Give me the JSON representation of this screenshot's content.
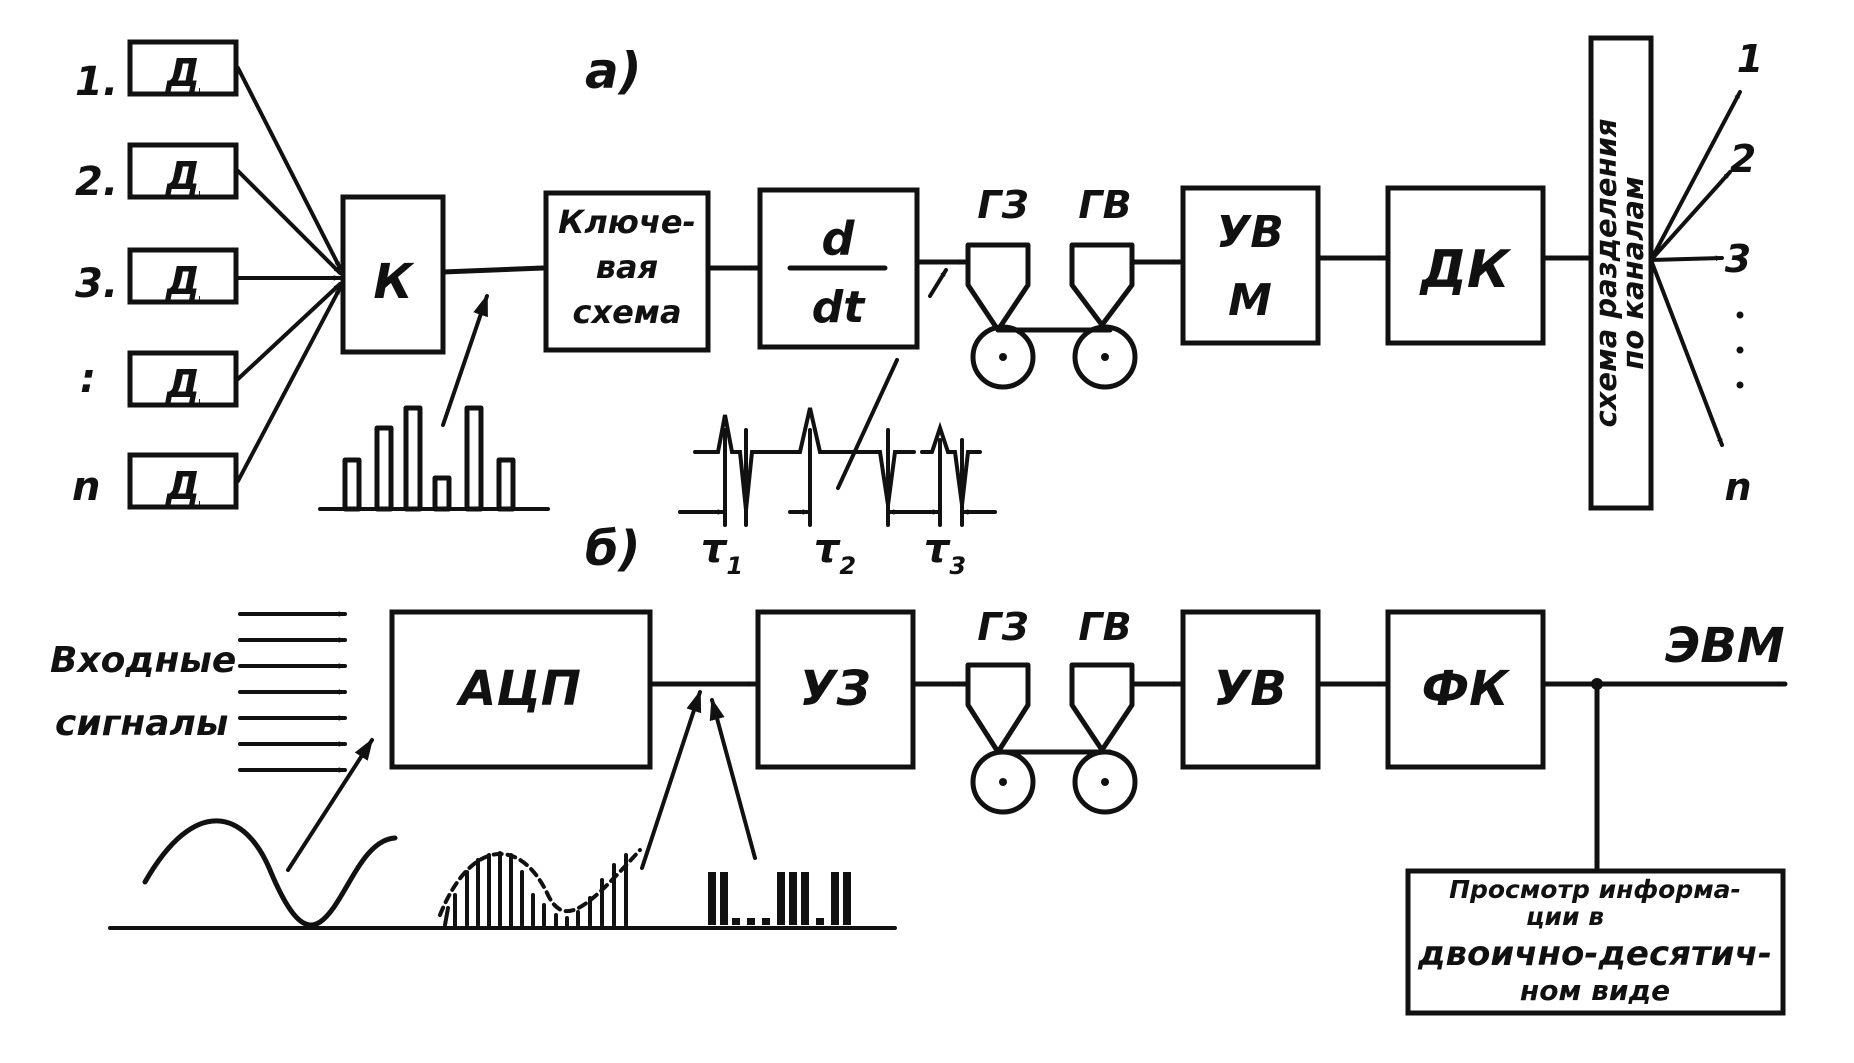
{
  "part_a": {
    "label": "а)",
    "sensor_numbers": [
      "1.",
      "2.",
      "3.",
      ":",
      "n"
    ],
    "sensor_label": "Д",
    "commutator": "К",
    "key_circuit": [
      "Ключе-",
      "вая",
      "схема"
    ],
    "diff": {
      "num": "d",
      "den": "dt"
    },
    "write_head": "ГЗ",
    "read_head": "ГВ",
    "read_amp": [
      "УВ",
      "М"
    ],
    "decoder": "ДК",
    "channel_split": [
      "схема разделения",
      "по каналам"
    ],
    "outputs": [
      "1",
      "2",
      "3",
      "n"
    ],
    "taus": [
      {
        "sym": "τ",
        "sub": "1"
      },
      {
        "sym": "τ",
        "sub": "2"
      },
      {
        "sym": "τ",
        "sub": "3"
      }
    ]
  },
  "part_b": {
    "label": "б)",
    "inputs": [
      "Входные",
      "сигналы"
    ],
    "adc": "АЦП",
    "write_amp": "УЗ",
    "write_head": "ГЗ",
    "read_head": "ГВ",
    "read_amp": "УВ",
    "former": "ФК",
    "computer": "ЭВМ",
    "viewer": [
      "Просмотр информа-",
      "ции в",
      "двоично-десятич-",
      "ном виде"
    ]
  }
}
